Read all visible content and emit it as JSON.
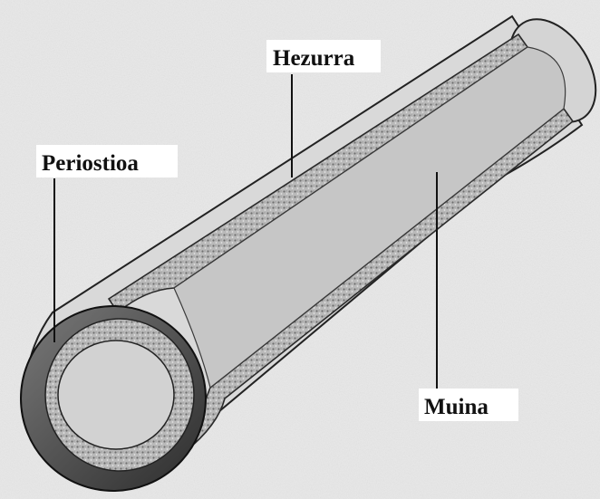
{
  "figure": {
    "labels": {
      "bone": "Hezurra",
      "periosteum": "Periostioa",
      "marrow": "Muina"
    }
  }
}
